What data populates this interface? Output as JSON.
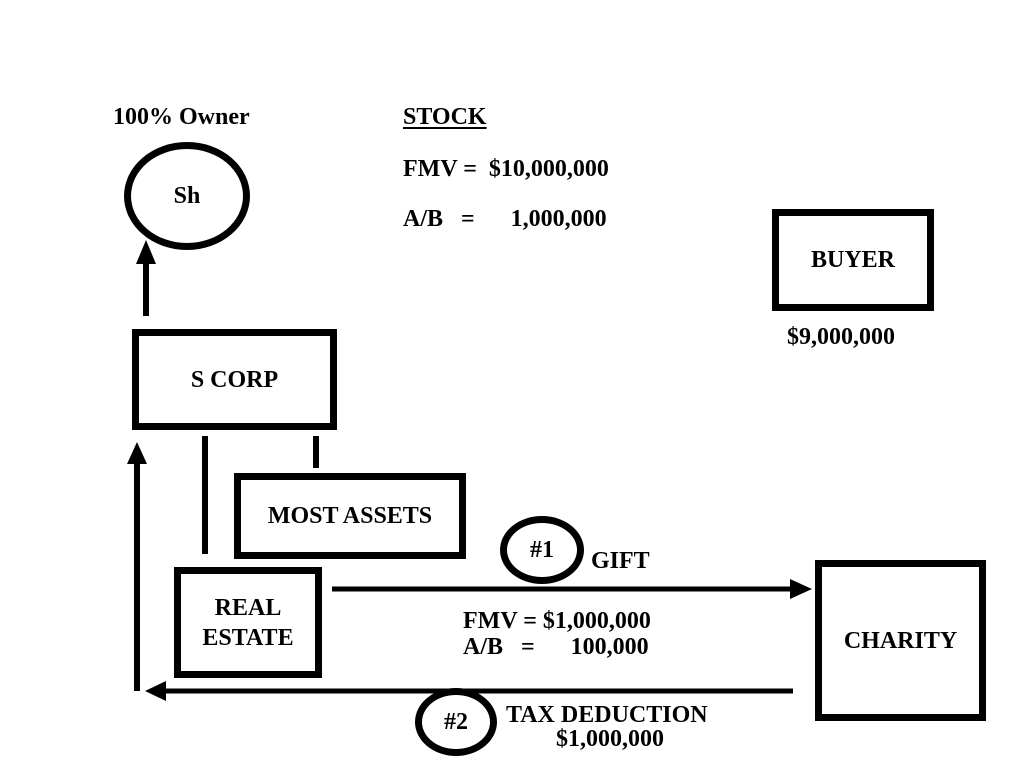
{
  "owner": {
    "label": "100% Owner",
    "shareholder": "Sh"
  },
  "stock": {
    "heading": "STOCK",
    "fmv_line": "FMV =  $10,000,000",
    "ab_line": "A/B   =      1,000,000"
  },
  "buyer": {
    "label": "BUYER",
    "amount": "$9,000,000"
  },
  "scorp": {
    "label": "S CORP"
  },
  "most_assets": {
    "label": "MOST ASSETS"
  },
  "real_estate": {
    "label": "REAL\nESTATE"
  },
  "gift": {
    "step": "#1",
    "label": "GIFT",
    "fmv_line": "FMV = $1,000,000",
    "ab_line": "A/B   =      100,000"
  },
  "charity": {
    "label": "CHARITY"
  },
  "deduction": {
    "step": "#2",
    "label": "TAX DEDUCTION",
    "amount": "$1,000,000"
  }
}
